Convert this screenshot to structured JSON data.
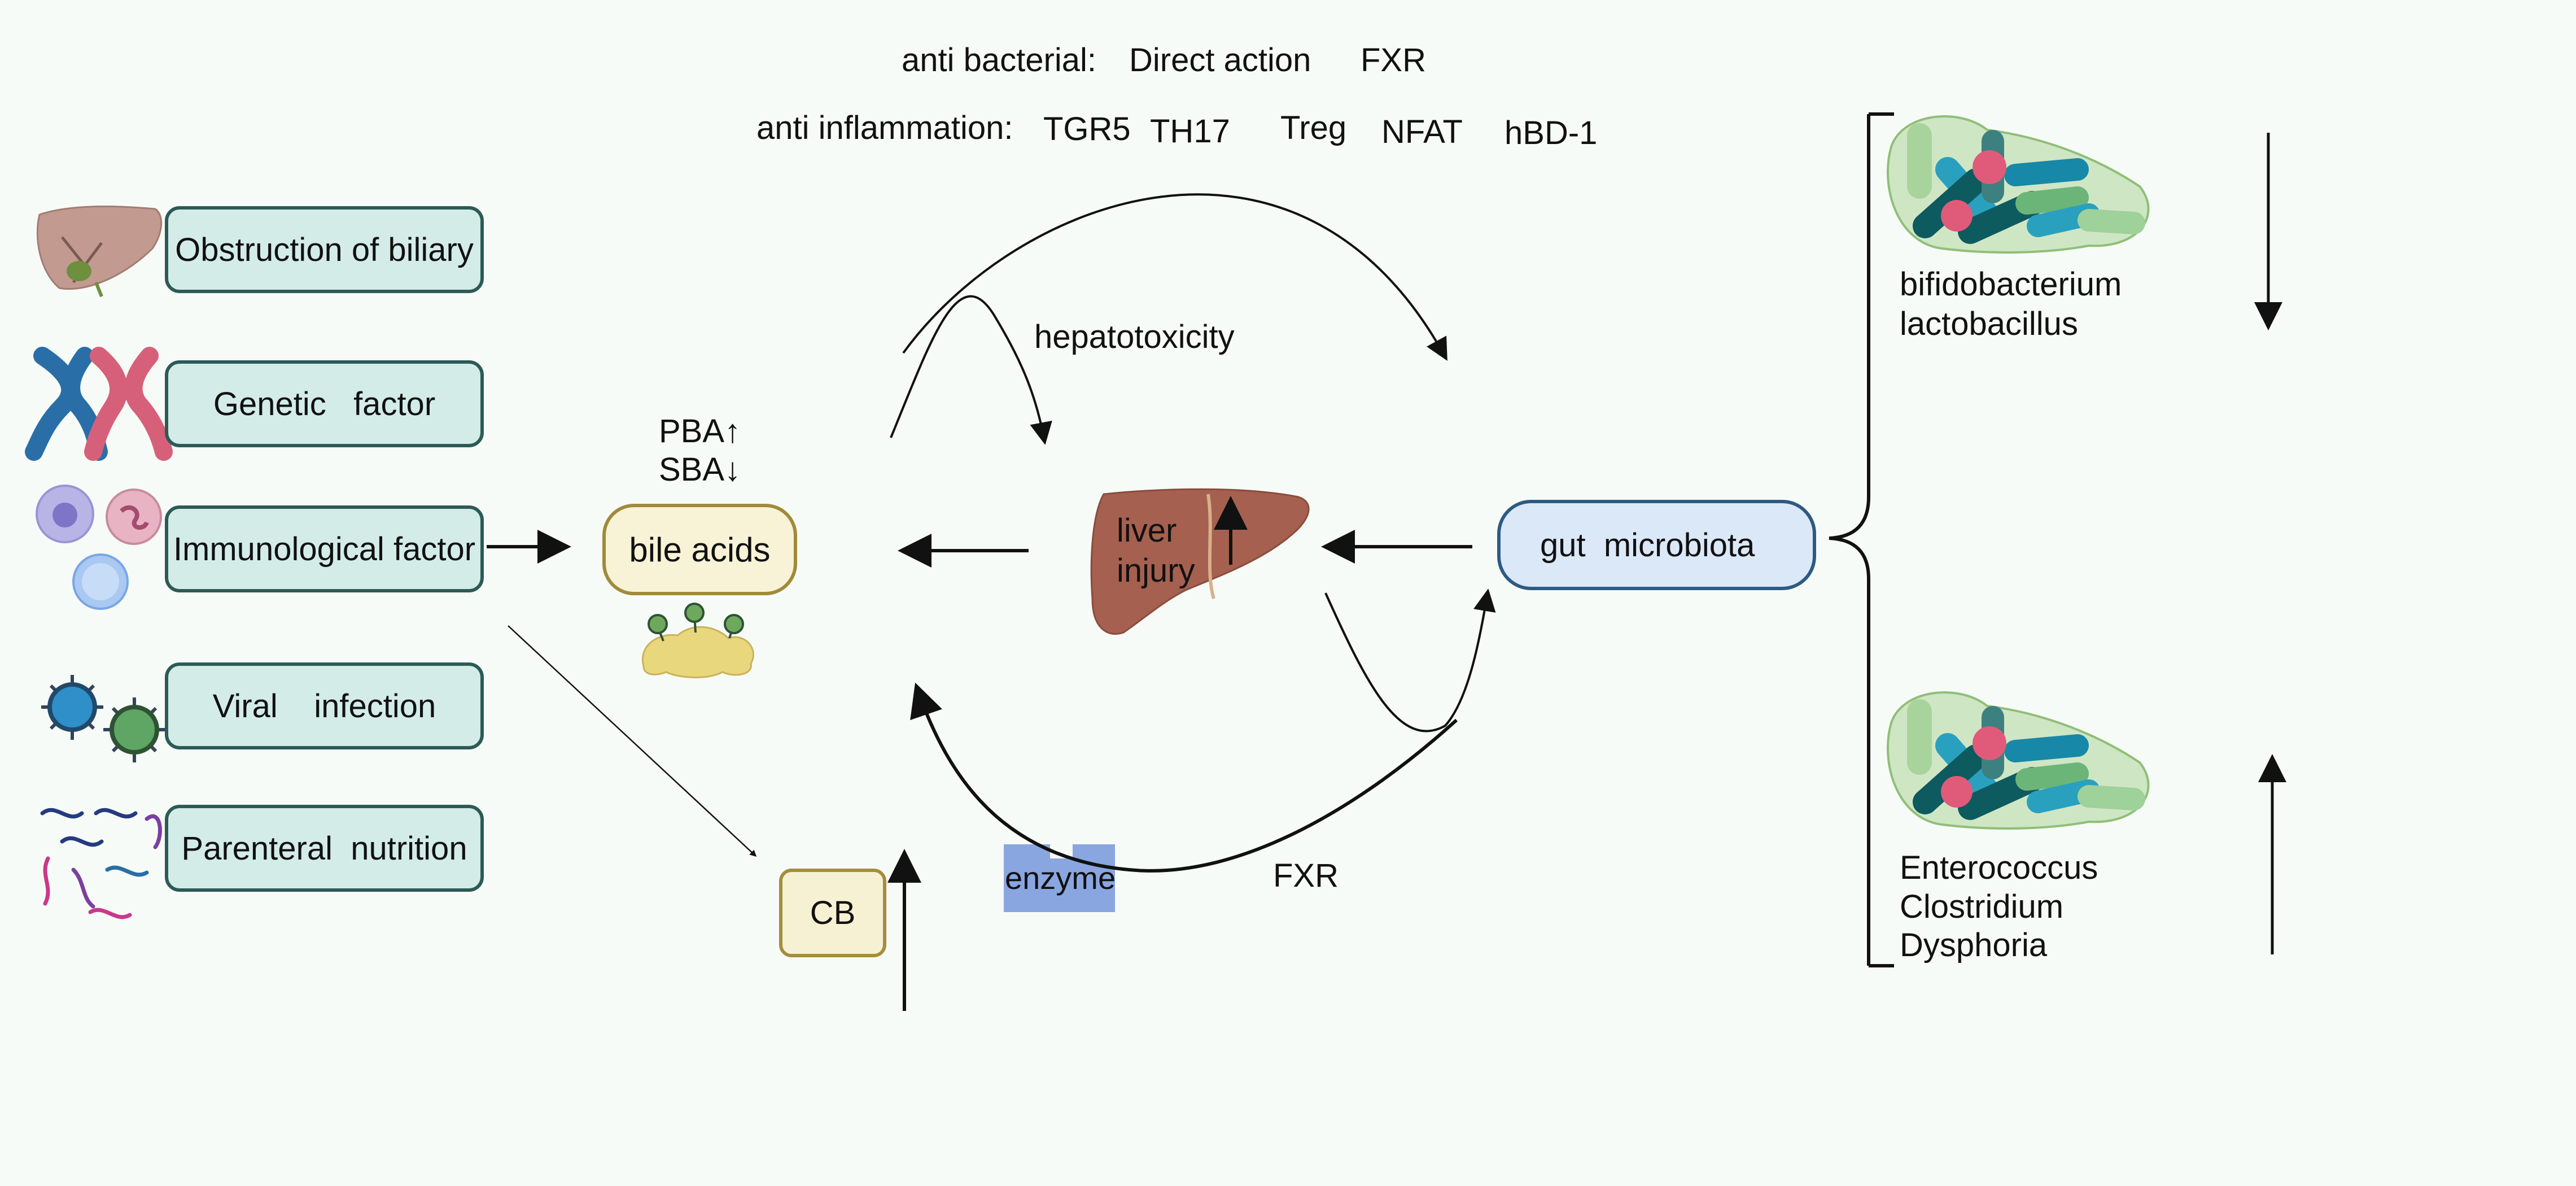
{
  "top": {
    "anti_bacterial_label": "anti bacterial:",
    "direct_action": "Direct action",
    "fxr_top": "FXR",
    "anti_inflammation_label": "anti inflammation:",
    "tgr5": "TGR5",
    "th17": "TH17",
    "treg": "Treg",
    "nfat": "NFAT",
    "hbd1": "hBD-1"
  },
  "causes": [
    {
      "label": "Obstruction of biliary",
      "icon": "liver-gallbladder-icon"
    },
    {
      "label": "Genetic   factor",
      "icon": "chromosome-icon"
    },
    {
      "label": "Immunological factor",
      "icon": "immune-cells-icon"
    },
    {
      "label": "Viral    infection",
      "icon": "virus-icon"
    },
    {
      "label": "Parenteral  nutrition",
      "icon": "bacteria-strands-icon"
    }
  ],
  "center": {
    "pba": "PBA↑",
    "sba": "SBA↓",
    "bile_acids": "bile acids",
    "cb": "CB",
    "enzyme": "enzyme",
    "fxr_bottom": "FXR",
    "hepatotoxicity": "hepatotoxicity",
    "liver_injury": "liver\ninjury",
    "gut_microbiota": "gut  microbiota"
  },
  "bacteria_groups": {
    "decreased_line1": "bifidobacterium",
    "decreased_line2": "lactobacillus",
    "increased_line1": "Enterococcus",
    "increased_line2": "Clostridium",
    "increased_line3": "Dysphoria"
  },
  "colors": {
    "cause_fill": "#d3ece7",
    "cause_border": "#2c5a57",
    "bile_fill": "#f8f2d6",
    "gut_fill": "#dbe8f8",
    "gut_border": "#2d5a82",
    "liver": "#a5604f",
    "enzyme": "#8aa6e0"
  }
}
